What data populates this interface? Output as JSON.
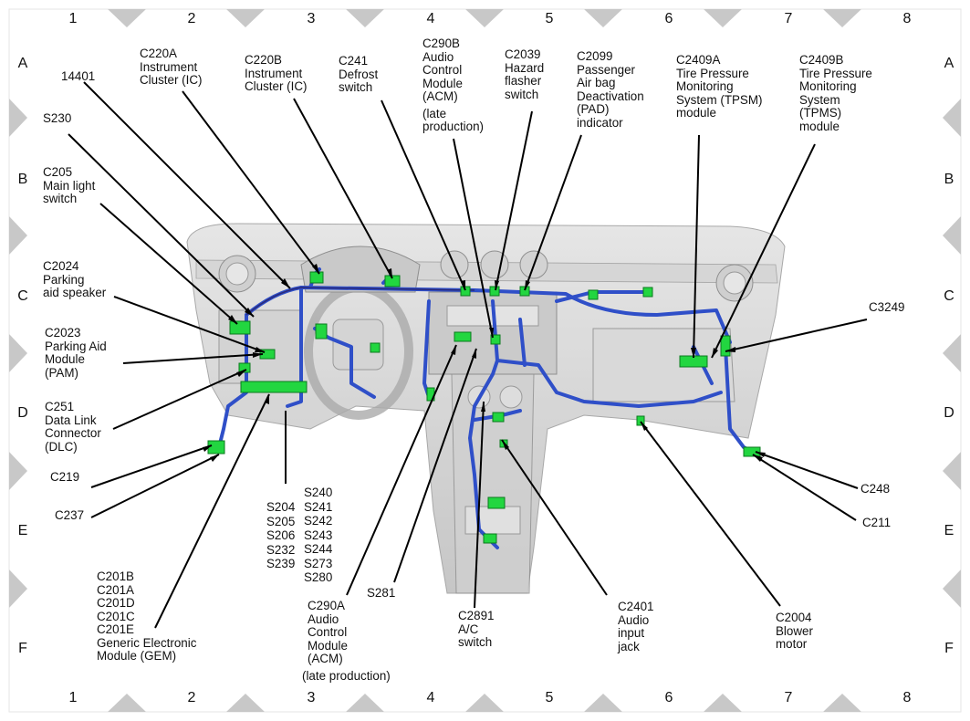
{
  "grid": {
    "columns": [
      "1",
      "2",
      "3",
      "4",
      "5",
      "6",
      "7",
      "8"
    ],
    "rows": [
      "A",
      "B",
      "C",
      "D",
      "E",
      "F"
    ]
  },
  "callouts": {
    "c14401": [
      "14401"
    ],
    "s230": [
      "S230"
    ],
    "c205": [
      "C205",
      "Main light",
      "switch"
    ],
    "c220a": [
      "C220A",
      "Instrument",
      "Cluster (IC)"
    ],
    "c220b": [
      "C220B",
      "Instrument",
      "Cluster (IC)"
    ],
    "c241": [
      "C241",
      "Defrost",
      "switch"
    ],
    "c290b": [
      "C290B",
      "Audio",
      "Control",
      "Module",
      "(ACM)",
      "(late",
      "production)"
    ],
    "c2039": [
      "C2039",
      "Hazard",
      "flasher",
      "switch"
    ],
    "c2099": [
      "C2099",
      "Passenger",
      "Air bag",
      "Deactivation",
      "(PAD)",
      "indicator"
    ],
    "c2409a": [
      "C2409A",
      "Tire Pressure",
      "Monitoring",
      "System (TPSM)",
      "module"
    ],
    "c2409b": [
      "C2409B",
      "Tire Pressure",
      "Monitoring",
      "System",
      "(TPMS)",
      "module"
    ],
    "c2024": [
      "C2024",
      "Parking",
      "aid speaker"
    ],
    "c2023": [
      "C2023",
      "Parking Aid",
      "Module",
      "(PAM)"
    ],
    "c251": [
      "C251",
      "Data Link",
      "Connector",
      "(DLC)"
    ],
    "c219": [
      "C219"
    ],
    "c237": [
      "C237"
    ],
    "c3249": [
      "C3249"
    ],
    "c248": [
      "C248"
    ],
    "c211": [
      "C211"
    ],
    "splices_left": [
      "S204",
      "S205",
      "S206",
      "S232",
      "S239"
    ],
    "splices_right": [
      "S240",
      "S241",
      "S242",
      "S243",
      "S244",
      "S273",
      "S280"
    ],
    "c201": [
      "C201B",
      "C201A",
      "C201D",
      "C201C",
      "C201E",
      "Generic Electronic",
      "Module (GEM)"
    ],
    "c290a": [
      "C290A",
      "Audio",
      "Control",
      "Module",
      "(ACM)",
      "(late production)"
    ],
    "s281": [
      "S281"
    ],
    "c2891": [
      "C2891",
      "A/C",
      "switch"
    ],
    "c2401": [
      "C2401",
      "Audio",
      "input",
      "jack"
    ],
    "c2004": [
      "C2004",
      "Blower",
      "motor"
    ]
  },
  "colors": {
    "harness": "#2f4fc8",
    "connector": "#22d640",
    "dash": "#cfcfcf",
    "frame_marker": "#c8c8c8"
  }
}
